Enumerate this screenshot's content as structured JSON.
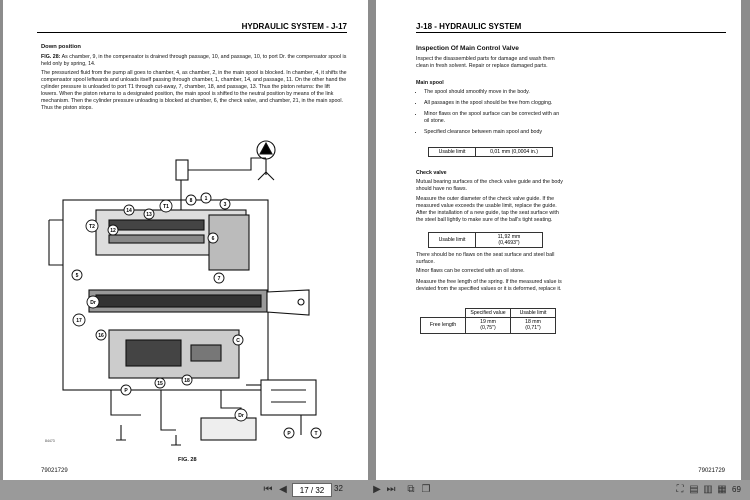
{
  "left_page": {
    "header": "HYDRAULIC SYSTEM - J-17",
    "section_title": "Down position",
    "fig_ref": "FIG. 28:",
    "para1": "As chamber, 9, in the compensator is drained through passage, 10, and passage, 10, to port Dr. the compensator spool is held only by spring, 14.",
    "para2": "The pressurized fluid from the pump all goes to chamber, 4, as chamber, 2, in the main spool is blocked. In chamber, 4, it shifts the compensator spool leftwards and unloads itself passing through chamber, 1, chamber, 14, and passage, 11. On the other hand the cylinder pressure is unloaded to port T1 through cut-away, 7, chamber, 18, and passage, 13. Thus the piston returns: the lift lowers. When the piston returns to a designated position, the main spool is shifted to the neutral position by means of the link mechanism. Then the cylinder pressure unloading is blocked at chamber, 6, the check valve, and chamber, 21, in the main spool. Thus the piston stops.",
    "fig_caption": "FIG. 28",
    "fig_code": "84473",
    "footer": "79021729",
    "labels": {
      "l14": "14",
      "l13": "13",
      "lT1": "T1",
      "l8": "8",
      "l1": "1",
      "l3": "3",
      "lT2": "T2",
      "l12": "12",
      "l6": "6",
      "l5": "5",
      "l7": "7",
      "lDr": "Dr",
      "l17": "17",
      "l16": "16",
      "l15": "15",
      "l18": "18",
      "lC": "C",
      "lP": "P",
      "lDr2": "Dr",
      "lP2": "P",
      "lT": "T"
    }
  },
  "right_page": {
    "header": "J-18 - HYDRAULIC SYSTEM",
    "section_title": "Inspection Of Main Control Valve",
    "intro": "Inspect the disassembled parts for damage and wash them clean in fresh solvent. Repair or replace damaged parts.",
    "main_spool_title": "Main spool",
    "bullets": [
      "The spool should smoothly move in the body.",
      "All passages in the spool should be free from clogging.",
      "Minor flaws on the spool surface can be corrected with an oil stone.",
      "Specified clearance between main spool and body"
    ],
    "table1": {
      "label": "Usable limit",
      "value": "0,01 mm (0,0004 in.)"
    },
    "check_valve_title": "Check valve",
    "cv_para1": "Mutual bearing surfaces of the check valve guide and the body should have no flaws.",
    "cv_para2": "Measure the outer diameter of the check valve guide. If the measured value exceeds the usable limit, replace the guide. After the installation of a new guide, tap the seat surface with the steel ball lightly to make sure of the ball's tight seating.",
    "table2": {
      "label": "Usable limit",
      "value1": "11,92 mm",
      "value2": "(0,4693\")"
    },
    "cv_para3": "There should be no flaws on the seat surface and steel ball surface.",
    "cv_para4": "Minor flaws can be corrected with an oil stone.",
    "cv_para5": "Measure the free length of the spring. If the measured value is deviated from the specified values or it is deformed, replace it.",
    "table3": {
      "h1": "Specified value",
      "h2": "Usable limit",
      "row_label": "Free length",
      "v1a": "19 mm",
      "v1b": "(0,75\")",
      "v2a": "18 mm",
      "v2b": "(0,71\")"
    },
    "footer": "79021729"
  },
  "toolbar": {
    "current_page": "17 / 32",
    "total_pages": "32",
    "zoom": "69"
  }
}
